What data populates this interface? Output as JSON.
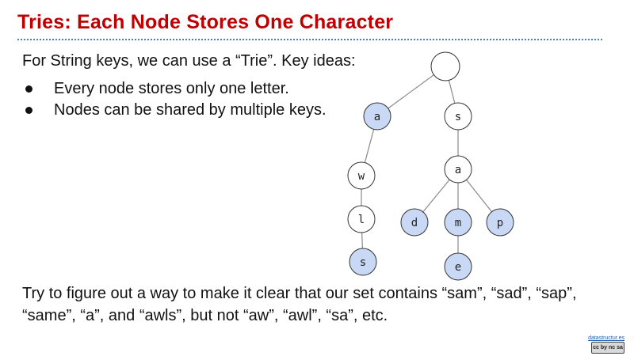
{
  "slide": {
    "title": "Tries: Each Node Stores One Character",
    "intro": "For String keys, we can use a “Trie”. Key ideas:",
    "bullets": [
      "Every node stores only one letter.",
      "Nodes can be shared by multiple keys."
    ],
    "bottom_text": "Try to figure out a way to make it clear that our set contains “sam”, “sad”, “sap”, “same”, “a”, and “awls”, but not “aw”, “awl”, “sa”, etc.",
    "footer_link": "datastructur.es",
    "license_badge": "cc by nc sa"
  },
  "trie": {
    "node_fill": "#ffffff",
    "highlight_fill": "#c9d9f5",
    "edge_color": "#8a8a8a",
    "nodes": [
      {
        "id": "root",
        "label": "",
        "highlighted": false
      },
      {
        "id": "a",
        "label": "a",
        "highlighted": true
      },
      {
        "id": "s",
        "label": "s",
        "highlighted": false
      },
      {
        "id": "aw",
        "label": "w",
        "highlighted": false
      },
      {
        "id": "awl",
        "label": "l",
        "highlighted": false
      },
      {
        "id": "awls",
        "label": "s",
        "highlighted": true
      },
      {
        "id": "sa",
        "label": "a",
        "highlighted": false
      },
      {
        "id": "sad",
        "label": "d",
        "highlighted": true
      },
      {
        "id": "sam",
        "label": "m",
        "highlighted": true
      },
      {
        "id": "sap",
        "label": "p",
        "highlighted": true
      },
      {
        "id": "same",
        "label": "e",
        "highlighted": true
      }
    ],
    "edges": [
      [
        "root",
        "a"
      ],
      [
        "root",
        "s"
      ],
      [
        "a",
        "aw"
      ],
      [
        "aw",
        "awl"
      ],
      [
        "awl",
        "awls"
      ],
      [
        "s",
        "sa"
      ],
      [
        "sa",
        "sad"
      ],
      [
        "sa",
        "sam"
      ],
      [
        "sa",
        "sap"
      ],
      [
        "sam",
        "same"
      ]
    ]
  }
}
